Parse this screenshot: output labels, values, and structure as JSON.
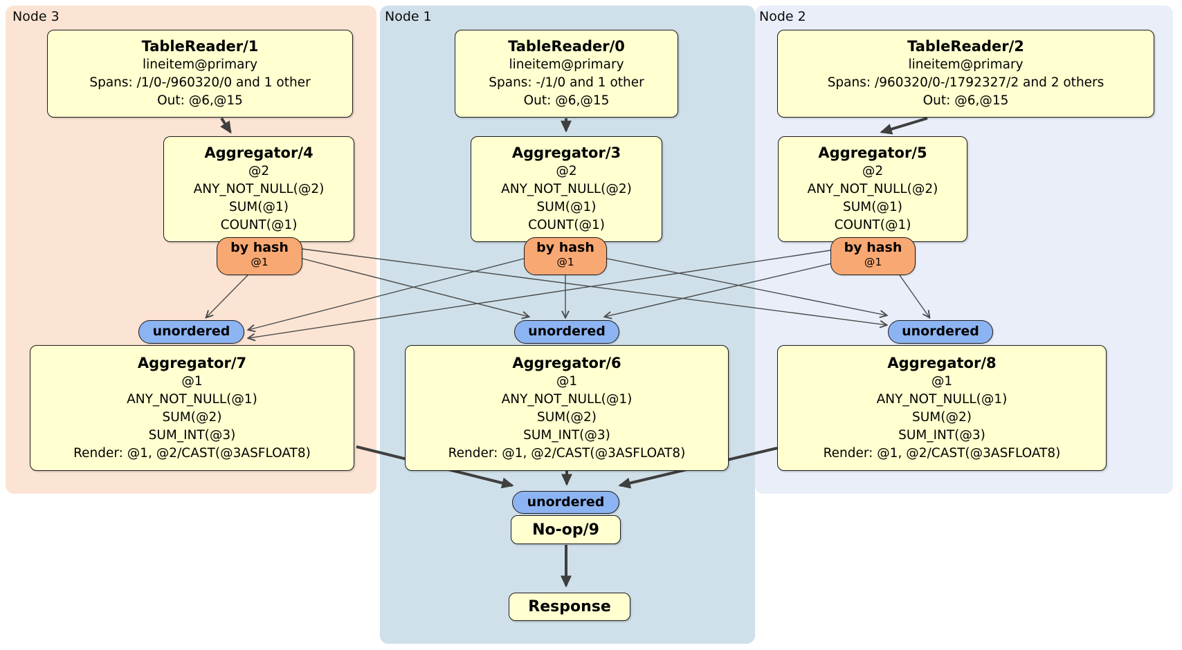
{
  "regions": [
    {
      "label": "Node 3"
    },
    {
      "label": "Node 1"
    },
    {
      "label": "Node 2"
    }
  ],
  "processors": {
    "tablereader1": {
      "title": "TableReader/1",
      "lines": [
        "lineitem@primary",
        "Spans: /1/0-/960320/0 and 1 other",
        "Out: @6,@15"
      ]
    },
    "tablereader0": {
      "title": "TableReader/0",
      "lines": [
        "lineitem@primary",
        "Spans: -/1/0 and 1 other",
        "Out: @6,@15"
      ]
    },
    "tablereader2": {
      "title": "TableReader/2",
      "lines": [
        "lineitem@primary",
        "Spans: /960320/0-/1792327/2 and 2 others",
        "Out: @6,@15"
      ]
    },
    "aggregator4": {
      "title": "Aggregator/4",
      "lines": [
        "@2",
        "ANY_NOT_NULL(@2)",
        "SUM(@1)",
        "COUNT(@1)"
      ]
    },
    "aggregator3": {
      "title": "Aggregator/3",
      "lines": [
        "@2",
        "ANY_NOT_NULL(@2)",
        "SUM(@1)",
        "COUNT(@1)"
      ]
    },
    "aggregator5": {
      "title": "Aggregator/5",
      "lines": [
        "@2",
        "ANY_NOT_NULL(@2)",
        "SUM(@1)",
        "COUNT(@1)"
      ]
    },
    "aggregator7": {
      "title": "Aggregator/7",
      "lines": [
        "@1",
        "ANY_NOT_NULL(@1)",
        "SUM(@2)",
        "SUM_INT(@3)",
        "Render: @1, @2/CAST(@3ASFLOAT8)"
      ]
    },
    "aggregator6": {
      "title": "Aggregator/6",
      "lines": [
        "@1",
        "ANY_NOT_NULL(@1)",
        "SUM(@2)",
        "SUM_INT(@3)",
        "Render: @1, @2/CAST(@3ASFLOAT8)"
      ]
    },
    "aggregator8": {
      "title": "Aggregator/8",
      "lines": [
        "@1",
        "ANY_NOT_NULL(@1)",
        "SUM(@2)",
        "SUM_INT(@3)",
        "Render: @1, @2/CAST(@3ASFLOAT8)"
      ]
    },
    "noop9": {
      "title": "No-op/9"
    },
    "response": {
      "title": "Response"
    }
  },
  "routers": {
    "label": "by hash",
    "detail": "@1"
  },
  "sync": {
    "label": "unordered"
  },
  "colors": {
    "node3-bg": "#fce4d4",
    "node1-bg": "#cfe0ea",
    "node2-bg": "#e9eef9",
    "box-bg": "#ffffd0",
    "hash-bg": "#f8a873",
    "sync-bg": "#8db4f2",
    "edge": "#4a4a4a"
  }
}
